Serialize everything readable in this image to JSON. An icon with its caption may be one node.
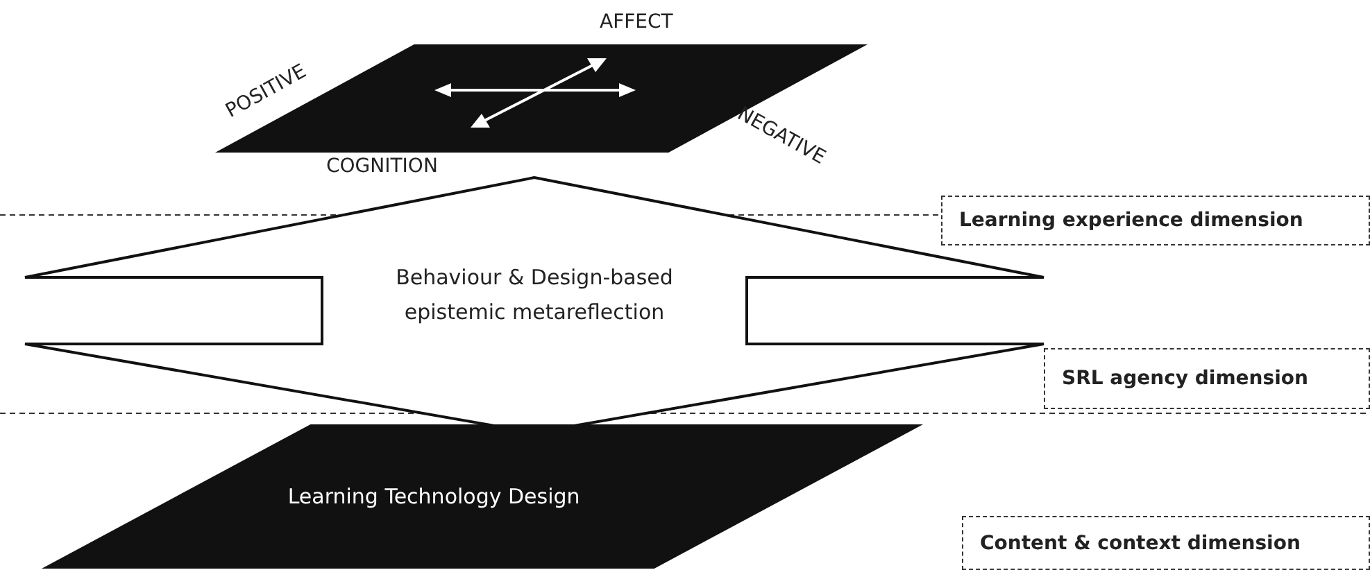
{
  "diagram": {
    "nodes": [
      {
        "text": [],
        "shape": "parallelogram"
      },
      {
        "text": [
          "Behaviour & Design-based epistemic metareflection"
        ]
      },
      {
        "text": [
          "Learning Technology Design"
        ]
      },
      {
        "text": [
          "Learning experience dimension"
        ]
      },
      {
        "text": [
          "SRL agency dimension"
        ]
      },
      {
        "text": [
          "Content & context dimension"
        ]
      }
    ],
    "labels": [
      "AFFECT",
      "POSITIVE",
      "NEGATIVE",
      "COGNITION"
    ]
  }
}
